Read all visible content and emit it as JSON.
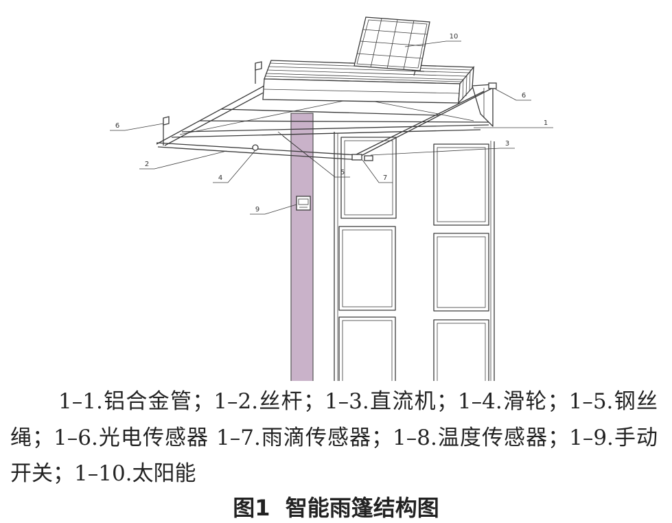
{
  "figure": {
    "callouts": [
      "10",
      "6",
      "6",
      "1",
      "3",
      "7",
      "5",
      "4",
      "2",
      "9"
    ],
    "caption_lines": [
      "1–1.铝合金管；1–2.丝杆；1–3.直流机；1–4.滑轮；1–5.钢丝",
      "绳；1–6.光电传感器 1–7.雨滴传感器；1–8.温度传感器；1–9.手动",
      "开关；1–10.太阳能"
    ],
    "title": "图1  智能雨篷结构图"
  },
  "colors": {
    "column": "#c9b2c9",
    "line": "#3a3a3a",
    "text": "#222222"
  }
}
